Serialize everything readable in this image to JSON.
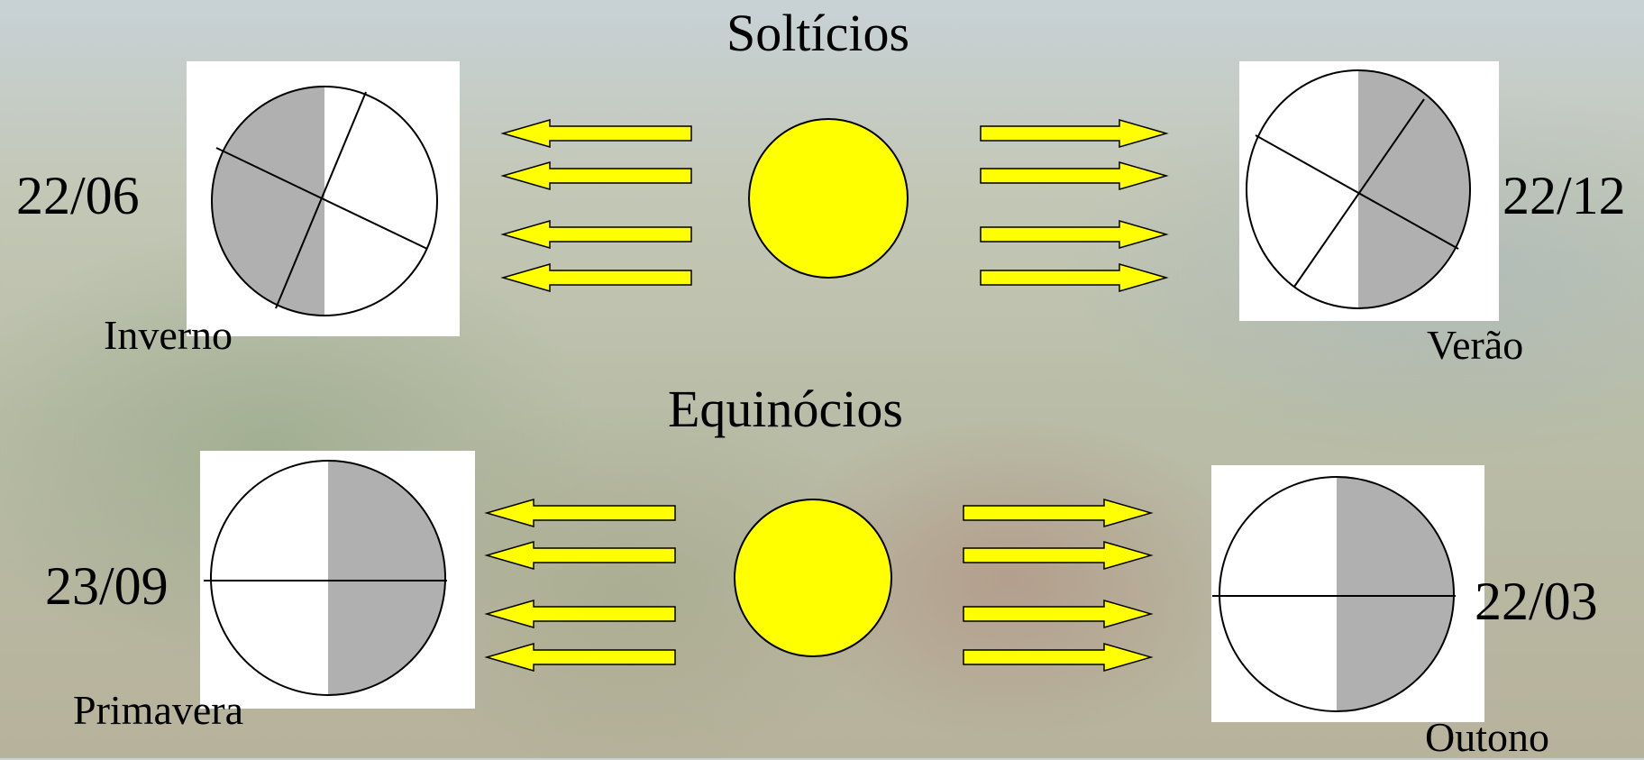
{
  "solstices": {
    "title": "Soltícios",
    "winter": {
      "date": "22/06",
      "season": "Inverno"
    },
    "summer": {
      "date": "22/12",
      "season": "Verão"
    }
  },
  "equinoxes": {
    "title": "Equinócios",
    "spring": {
      "date": "23/09",
      "season": "Primavera"
    },
    "autumn": {
      "date": "22/03",
      "season": "Outono"
    }
  },
  "colors": {
    "sun": "#ffff00",
    "arrow": "#ffff00",
    "shadow": "#b0b0b0",
    "lit": "#ffffff",
    "outline": "#000000"
  },
  "icons": [
    "sun-icon",
    "light-ray-arrow-icon",
    "earth-globe-icon"
  ]
}
